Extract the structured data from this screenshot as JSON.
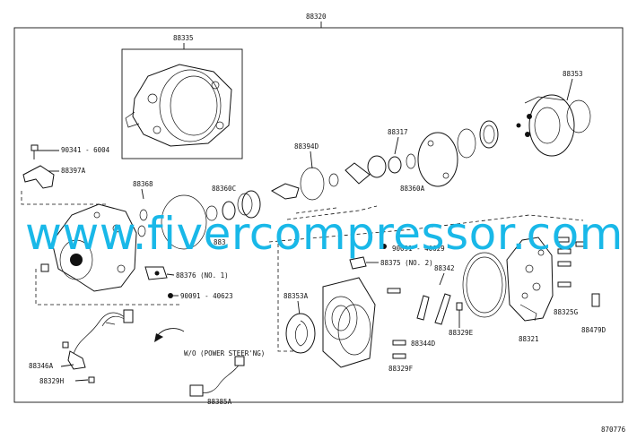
{
  "diagram": {
    "assembly_label": "88320",
    "figure_number": "870776",
    "note": "W/O (POWER STEER'NG)",
    "watermark": "www.fivercompressor.com"
  },
  "labels": {
    "l88335": "88335",
    "l88353": "88353",
    "l88317": "88317",
    "l88394d": "88394D",
    "l90341": "90341 - 6004",
    "l88397a": "88397A",
    "l88368": "88368",
    "l88360c": "88360C",
    "l88360a": "88360A",
    "l88pt": "883",
    "l90091top": "90091 - 40629",
    "l88375": "88375 (NO. 2)",
    "l88376": "88376 (NO. 1)",
    "l90091b": "90091 - 40623",
    "l88342": "88342",
    "l88353a": "88353A",
    "l88344d": "88344D",
    "l88329e": "88329E",
    "l88329f": "88329F",
    "l88321": "88321",
    "l88325g": "88325G",
    "l88479d": "88479D",
    "l88346a": "88346A",
    "l88329h": "88329H",
    "l88385a": "88385A"
  },
  "colors": {
    "line": "#111111",
    "watermark": "#19b8e8",
    "background": "#ffffff"
  }
}
